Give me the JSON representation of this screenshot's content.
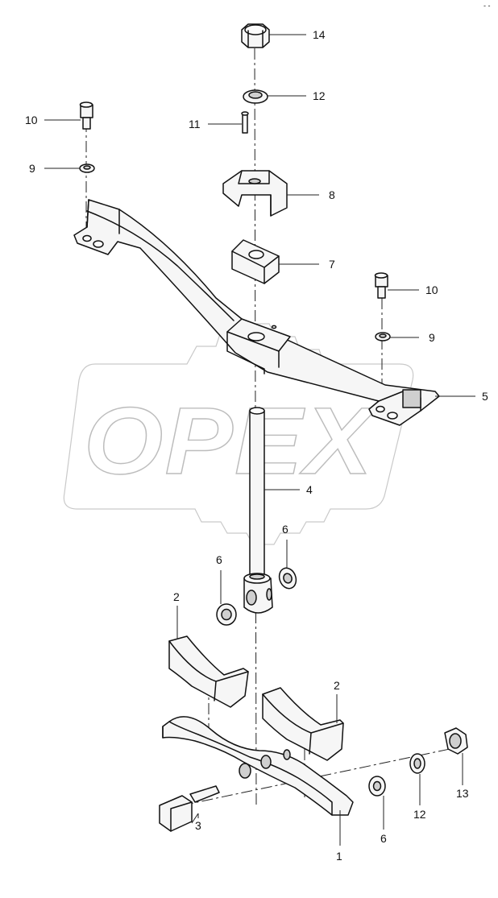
{
  "watermark": {
    "text": "OPEX"
  },
  "corner_mark": "- -",
  "callouts": {
    "c14": "14",
    "c12_top": "12",
    "c11": "11",
    "c10_left": "10",
    "c9_left": "9",
    "c8": "8",
    "c7": "7",
    "c10_right": "10",
    "c9_right": "9",
    "c5": "5",
    "c4": "4",
    "c6_upper_right": "6",
    "c6_upper_left": "6",
    "c2_left": "2",
    "c2_right": "2",
    "c13": "13",
    "c12_bottom": "12",
    "c6_bottom": "6",
    "c3": "3",
    "c1": "1"
  }
}
